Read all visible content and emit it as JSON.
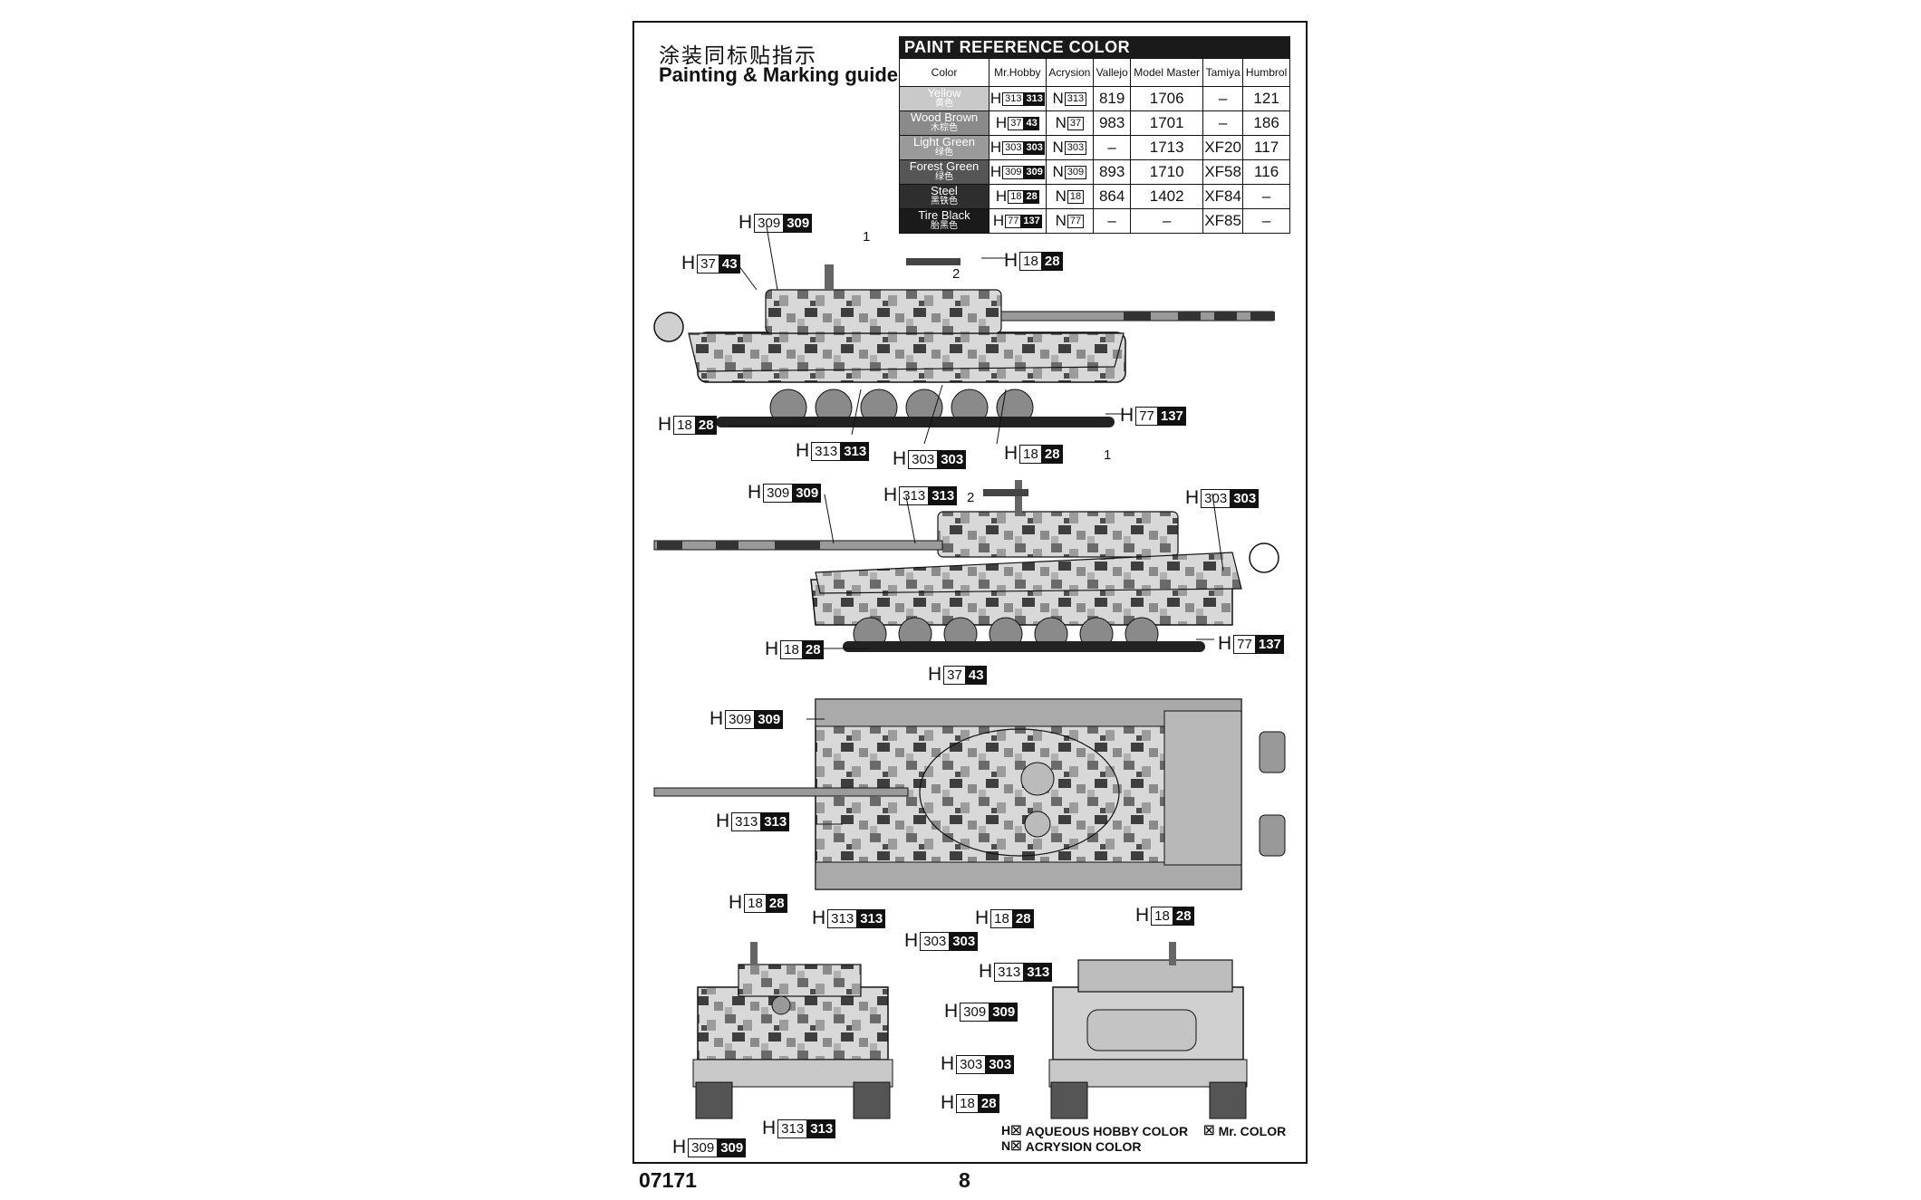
{
  "heading": {
    "title_cn": "涂装同标贴指示",
    "title_en": "Painting & Marking guide"
  },
  "paint_table": {
    "title": "PAINT  REFERENCE COLOR",
    "columns": [
      "Color",
      "Mr.Hobby",
      "Acrysion",
      "Vallejo",
      "Model Master",
      "Tamiya",
      "Humbrol"
    ],
    "rows": [
      {
        "name": "Yellow",
        "name_cn": "黄色",
        "swatch": "#c9c9c9",
        "mrhobby_box": "313",
        "mrhobby_blk": "313",
        "acrysion": "313",
        "vallejo": "819",
        "model_master": "1706",
        "tamiya": "–",
        "humbrol": "121"
      },
      {
        "name": "Wood Brown",
        "name_cn": "木棕色",
        "swatch": "#8a8a8a",
        "mrhobby_box": "37",
        "mrhobby_blk": "43",
        "acrysion": "37",
        "vallejo": "983",
        "model_master": "1701",
        "tamiya": "–",
        "humbrol": "186"
      },
      {
        "name": "Light Green",
        "name_cn": "绿色",
        "swatch": "#9a9a9a",
        "mrhobby_box": "303",
        "mrhobby_blk": "303",
        "acrysion": "303",
        "vallejo": "–",
        "model_master": "1713",
        "tamiya": "XF20",
        "humbrol": "117"
      },
      {
        "name": "Forest Green",
        "name_cn": "绿色",
        "swatch": "#555555",
        "mrhobby_box": "309",
        "mrhobby_blk": "309",
        "acrysion": "309",
        "vallejo": "893",
        "model_master": "1710",
        "tamiya": "XF58",
        "humbrol": "116"
      },
      {
        "name": "Steel",
        "name_cn": "黑铁色",
        "swatch": "#2e2e2e",
        "mrhobby_box": "18",
        "mrhobby_blk": "28",
        "acrysion": "18",
        "vallejo": "864",
        "model_master": "1402",
        "tamiya": "XF84",
        "humbrol": "–"
      },
      {
        "name": "Tire Black",
        "name_cn": "胎黑色",
        "swatch": "#1a1a1a",
        "mrhobby_box": "77",
        "mrhobby_blk": "137",
        "acrysion": "77",
        "vallejo": "–",
        "model_master": "–",
        "tamiya": "XF85",
        "humbrol": "–"
      }
    ]
  },
  "prefix_h": "H",
  "prefix_n": "N",
  "callouts": [
    {
      "box": "309",
      "blk": "309"
    },
    {
      "box": "37",
      "blk": "43"
    },
    {
      "box": "18",
      "blk": "28"
    },
    {
      "box": "18",
      "blk": "28"
    },
    {
      "box": "313",
      "blk": "313"
    },
    {
      "box": "303",
      "blk": "303"
    },
    {
      "box": "18",
      "blk": "28"
    },
    {
      "box": "77",
      "blk": "137"
    },
    {
      "box": "309",
      "blk": "309"
    },
    {
      "box": "313",
      "blk": "313"
    },
    {
      "box": "303",
      "blk": "303"
    },
    {
      "box": "18",
      "blk": "28"
    },
    {
      "box": "77",
      "blk": "137"
    },
    {
      "box": "37",
      "blk": "43"
    },
    {
      "box": "309",
      "blk": "309"
    },
    {
      "box": "313",
      "blk": "313"
    },
    {
      "box": "18",
      "blk": "28"
    },
    {
      "box": "313",
      "blk": "313"
    },
    {
      "box": "18",
      "blk": "28"
    },
    {
      "box": "303",
      "blk": "303"
    },
    {
      "box": "18",
      "blk": "28"
    },
    {
      "box": "313",
      "blk": "313"
    },
    {
      "box": "309",
      "blk": "309"
    },
    {
      "box": "303",
      "blk": "303"
    },
    {
      "box": "18",
      "blk": "28"
    },
    {
      "box": "313",
      "blk": "313"
    },
    {
      "box": "309",
      "blk": "309"
    }
  ],
  "part_numbers": [
    "1",
    "2",
    "1",
    "2"
  ],
  "legend": {
    "h_label": "AQUEOUS HOBBY COLOR",
    "n_label": "ACRYSION COLOR",
    "mr_label": "Mr. COLOR",
    "h_icon": "H☒",
    "n_icon": "N☒",
    "mr_icon": "☒"
  },
  "footer": {
    "code": "07171",
    "page": "8"
  }
}
